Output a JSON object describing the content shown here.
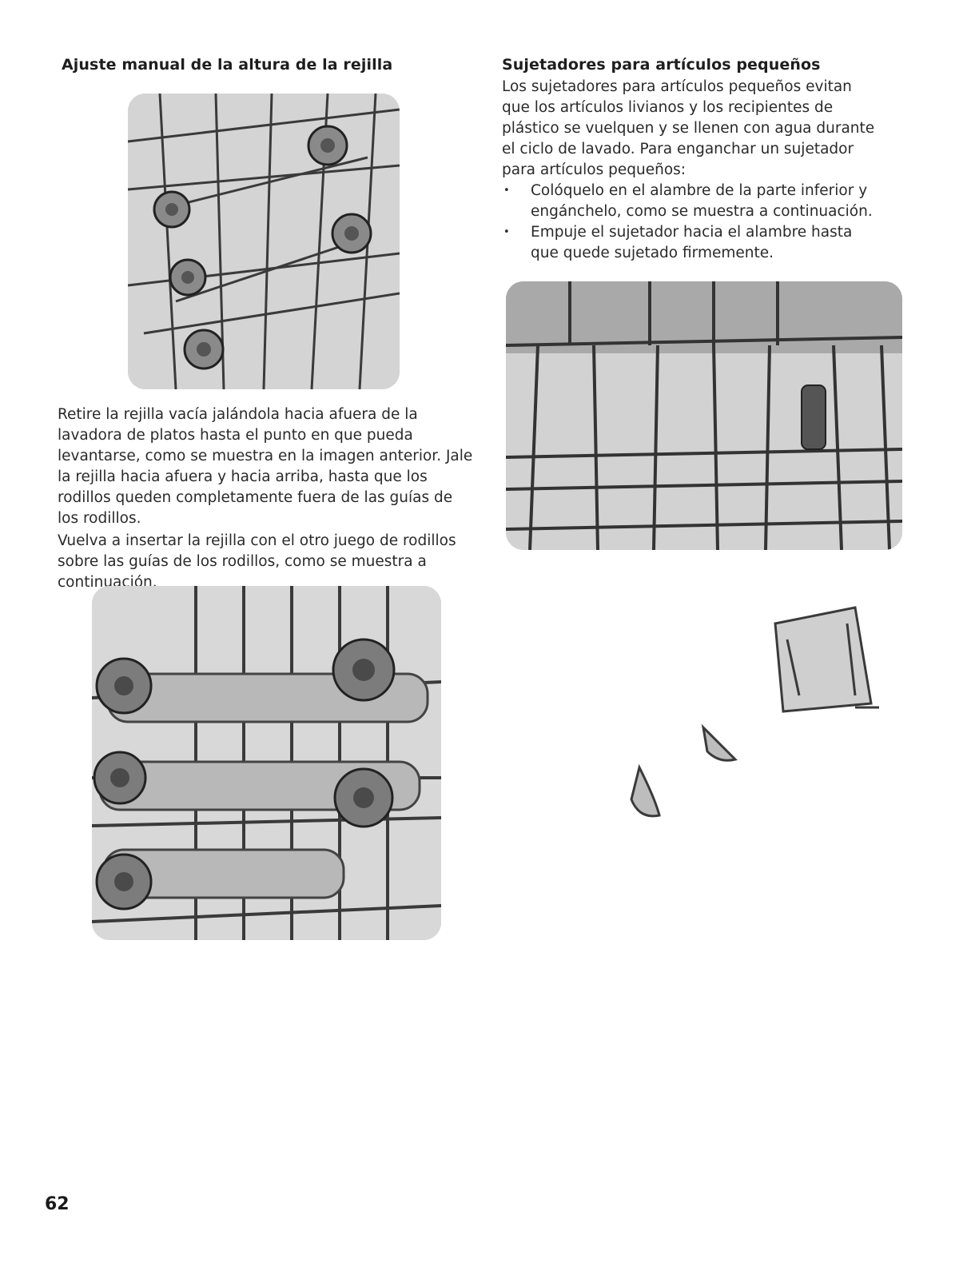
{
  "left_section": {
    "heading": "Ajuste manual de la altura de la rejilla",
    "paragraph_1": "Retire la rejilla vacía jalándola hacia afuera de la lavadora de platos hasta el punto en que pueda levantarse, como se muestra en la imagen anterior. Jale la rejilla hacia afuera y hacia arriba, hasta que los rodillos queden completamente fuera de las guías de los rodillos.",
    "paragraph_2": "Vuelva a insertar la rejilla con el otro juego de rodillos sobre las guías de los rodillos, como se muestra a continuación."
  },
  "right_section": {
    "heading": "Sujetadores para artículos pequeños",
    "intro": "Los sujetadores para artículos pequeños evitan que los artículos livianos y los recipientes de plástico se vuelquen y se llenen con agua durante el ciclo de lavado. Para enganchar un sujetador para artículos pequeños:",
    "bullets": [
      "Colóquelo en el alambre de la parte inferior y engánchelo, como se muestra a continuación.",
      "Empuje el sujetador hacia el alambre hasta que quede sujetado firmemente."
    ]
  },
  "page_number": "62"
}
